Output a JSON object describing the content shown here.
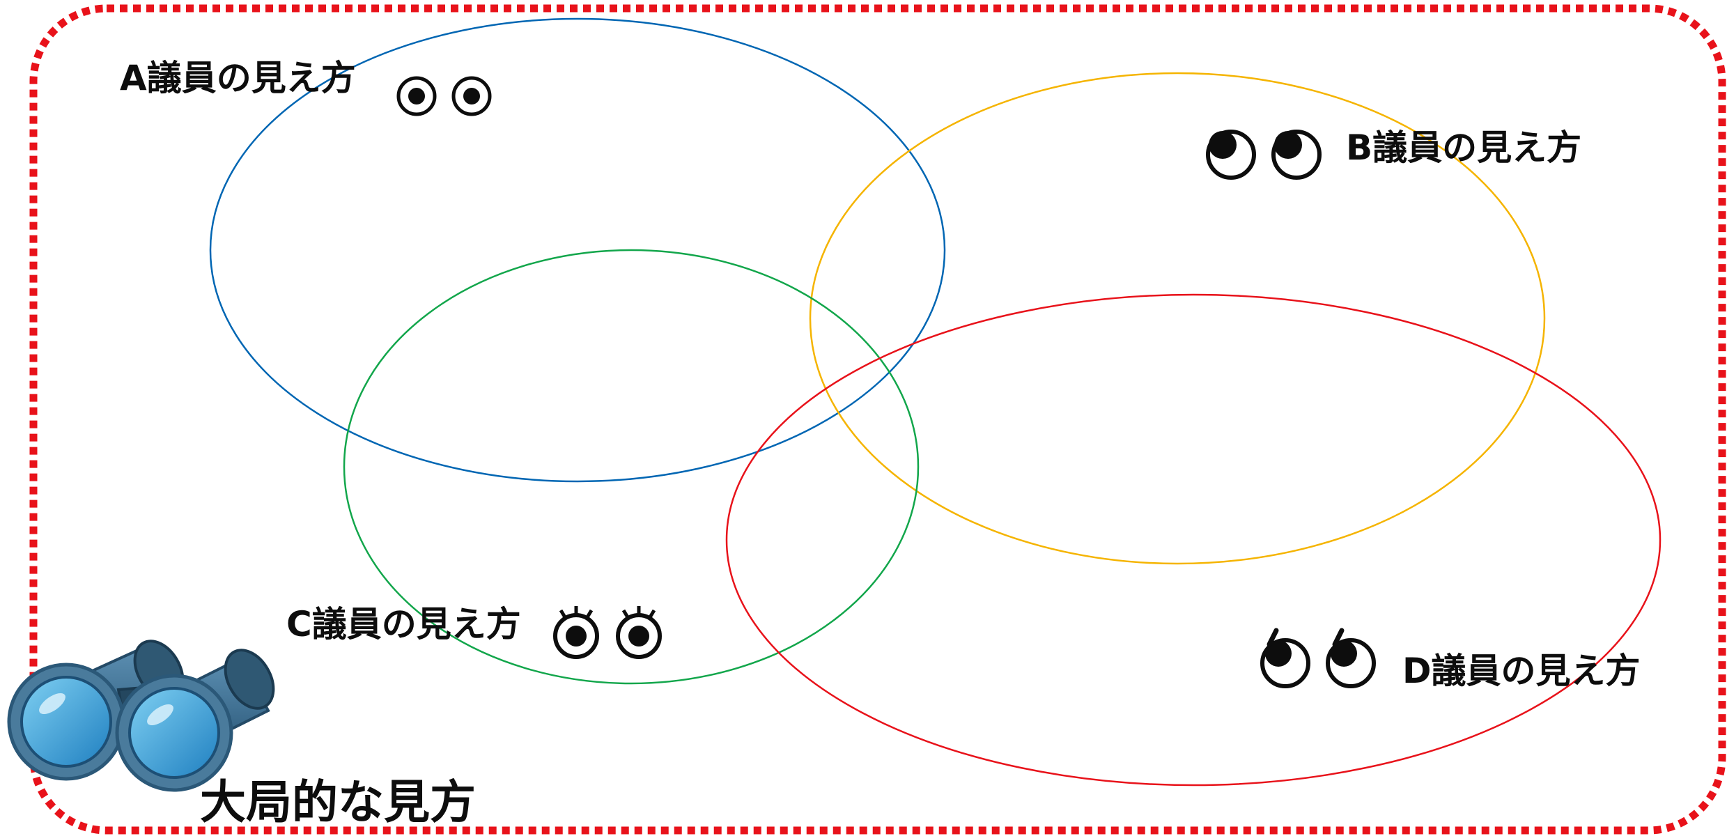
{
  "viewpoints": [
    {
      "id": "a",
      "label": "A議員の見え方",
      "color": "#0066b3",
      "eye_icon": "eyes-concentric-icon"
    },
    {
      "id": "b",
      "label": "B議員の見え方",
      "color": "#f5b400",
      "eye_icon": "eyes-glancing-icon"
    },
    {
      "id": "c",
      "label": "C議員の見え方",
      "color": "#12a64b",
      "eye_icon": "eyes-with-lashes-icon"
    },
    {
      "id": "d",
      "label": "D議員の見え方",
      "color": "#e8121a",
      "eye_icon": "eyes-with-brows-icon"
    }
  ],
  "overall": {
    "label": "大局的な見方",
    "border_color": "#e8121a",
    "icon": "binoculars-icon"
  }
}
